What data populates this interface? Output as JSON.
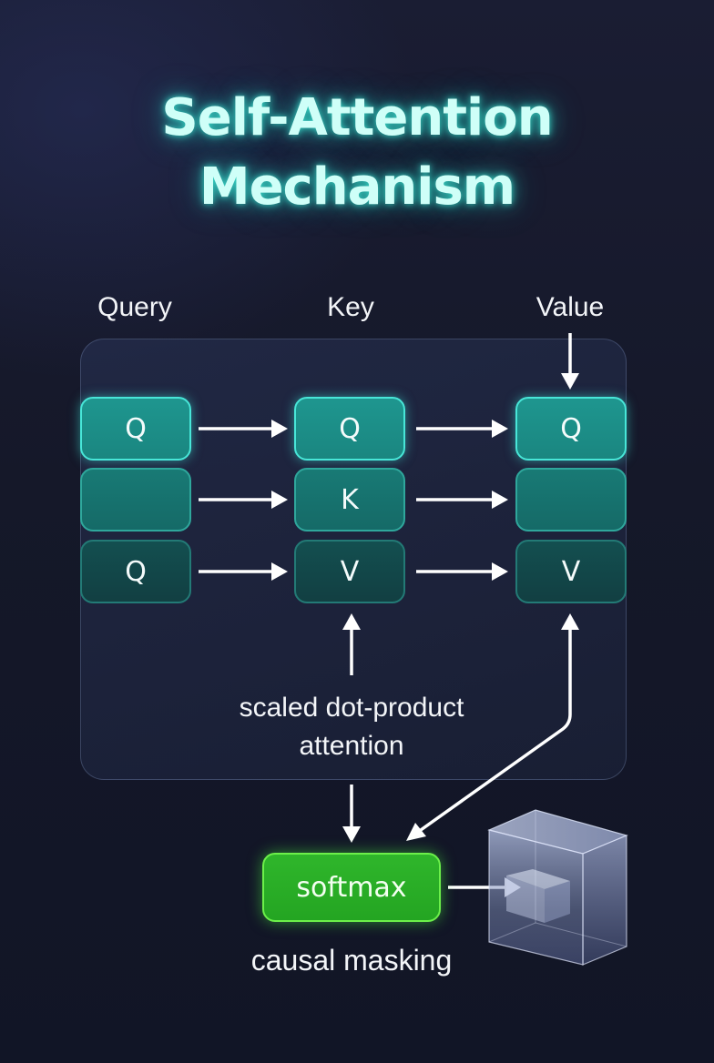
{
  "title": {
    "line1": "Self-Attention",
    "line2": "Mechanism",
    "glow_color": "#48e6d8"
  },
  "columns": [
    {
      "label": "Query"
    },
    {
      "label": "Key"
    },
    {
      "label": "Value"
    }
  ],
  "grid": {
    "rows": [
      {
        "cells": [
          "Q",
          "Q",
          "Q"
        ]
      },
      {
        "cells": [
          "",
          "K",
          ""
        ]
      },
      {
        "cells": [
          "Q",
          "V",
          "V"
        ]
      }
    ]
  },
  "attention_label": {
    "line1": "scaled dot-product",
    "line2": "attention"
  },
  "softmax": {
    "label": "softmax",
    "color": "#2fb62b"
  },
  "masking_label": "causal masking",
  "mask_cube": {
    "icon": "translucent-3d-cube"
  },
  "colors": {
    "accent_teal": "#48e6d8",
    "box_row1": "#1e968f",
    "box_row2": "#187a75",
    "box_row3": "#134f50",
    "arrow": "#ffffff",
    "background": "#151829"
  }
}
